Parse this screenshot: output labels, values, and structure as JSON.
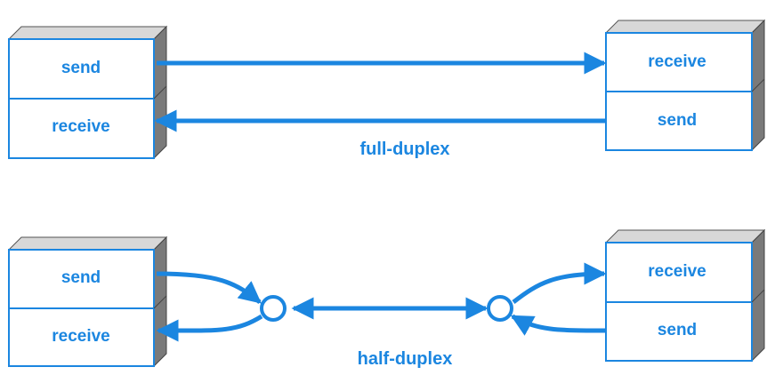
{
  "colors": {
    "accent": "#1b86e0",
    "box_top": "#d8d8d8",
    "box_side": "#7a7a7a",
    "box_face": "#ffffff"
  },
  "full_duplex": {
    "caption": "full-duplex",
    "left_node": {
      "top_label": "send",
      "bottom_label": "receive"
    },
    "right_node": {
      "top_label": "receive",
      "bottom_label": "send"
    }
  },
  "half_duplex": {
    "caption": "half-duplex",
    "left_node": {
      "top_label": "send",
      "bottom_label": "receive"
    },
    "right_node": {
      "top_label": "receive",
      "bottom_label": "send"
    }
  }
}
